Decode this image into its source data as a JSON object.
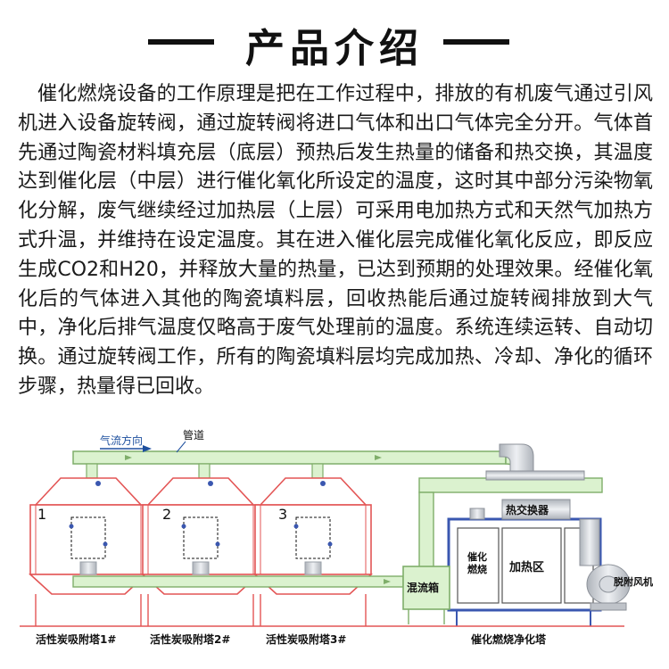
{
  "title": "产品介绍",
  "intro": "催化燃烧设备的工作原理是把在工作过程中，排放的有机废气通过引风机进入设备旋转阀，通过旋转阀将进口气体和出口气体完全分开。气体首先通过陶瓷材料填充层（底层）预热后发生热量的储备和热交换，其温度达到催化层（中层）进行催化氧化所设定的温度，这时其中部分污染物氧化分解，废气继续经过加热层（上层）可采用电加热方式和天然气加热方式升温，并维持在设定温度。其在进入催化层完成催化氧化反应，即反应生成CO2和H20，并释放大量的热量，已达到预期的处理效果。经催化氧化后的气体进入其他的陶瓷填料层，回收热能后通过旋转阀排放到大气中，净化后排气温度仅略高于废气处理前的温度。系统连续运转、自动切换。通过旋转阀工作，所有的陶瓷填料层均完成加热、冷却、净化的循环步骤，热量得已回收。",
  "diagram": {
    "airflow_label": "气流方向",
    "pipe_label": "管道",
    "towers": [
      {
        "number": "1",
        "label": "活性炭吸附塔1#"
      },
      {
        "number": "2",
        "label": "活性炭吸附塔2#"
      },
      {
        "number": "3",
        "label": "活性炭吸附塔3#"
      }
    ],
    "heat_exchanger_label": "热交换器",
    "catalytic_label_1": "催化",
    "catalytic_label_2": "燃烧",
    "heating_zone_label": "加热区",
    "mixing_box_label": "混流箱",
    "fan_label": "脱附风机",
    "unit_label": "催化燃烧净化塔",
    "colors": {
      "pipe_fill": "#dbf2cf",
      "pipe_stroke": "#7fae6a",
      "tower_stroke": "#e35555",
      "blue_stroke": "#3a57b0",
      "duct_gray": "#c9ccd2",
      "label_text": "#111111",
      "arrow_text": "#1d4f9e"
    }
  }
}
